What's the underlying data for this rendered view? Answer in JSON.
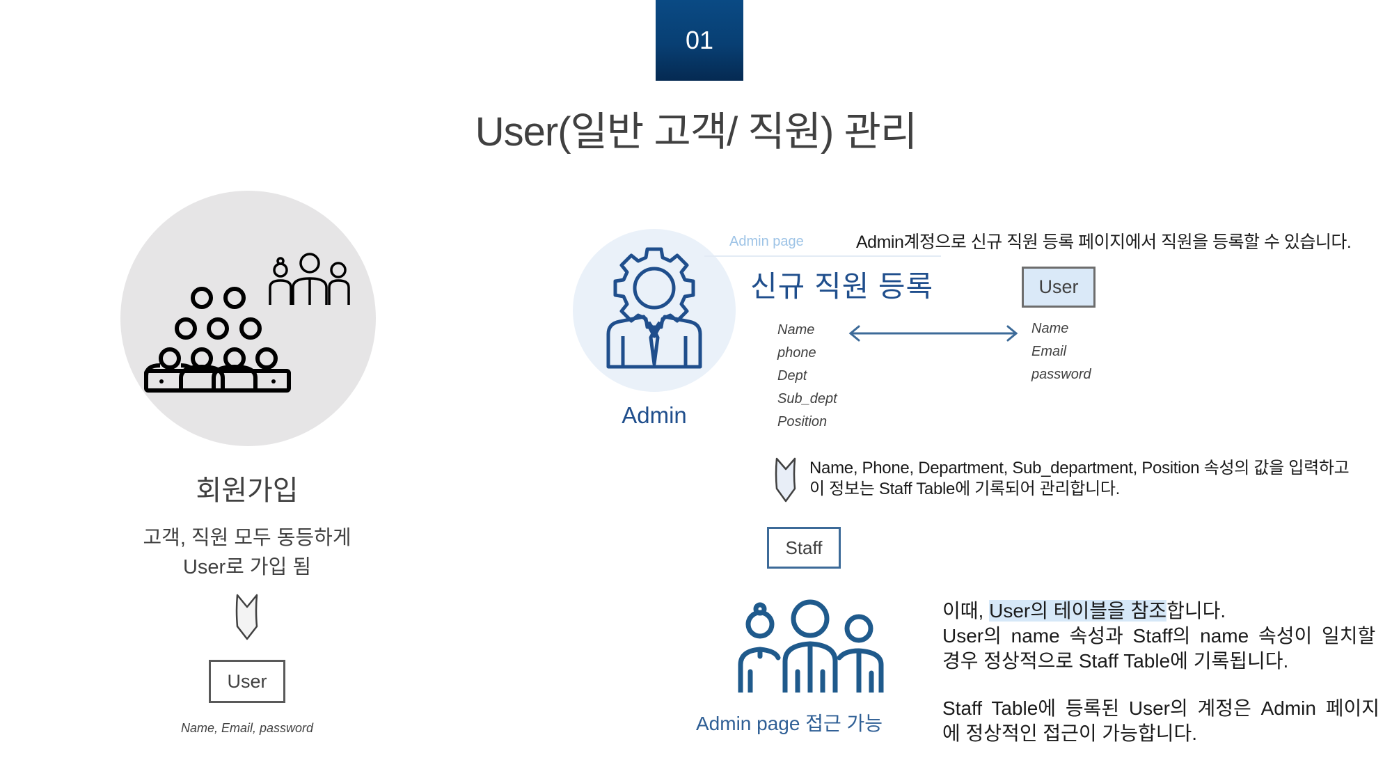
{
  "slide": {
    "number": "01",
    "title": "User(일반 고객/ 직원) 관리",
    "colors": {
      "badge": "#083f73",
      "accent_blue": "#1f4e8c",
      "light_blue_fill": "#dae9f8",
      "gray_circle": "#e6e5e6",
      "blue_circle": "#eaf1f9"
    }
  },
  "signup": {
    "icon": "crowd-people-icon",
    "heading": "회원가입",
    "desc_line1": "고객, 직원 모두 동등하게",
    "desc_line2": "User로 가입 됨",
    "arrow_icon": "chevron-down-arrow-icon",
    "table_label": "User",
    "fields": "Name, Email, password"
  },
  "admin": {
    "icon": "admin-gear-person-icon",
    "label": "Admin",
    "page_label": "Admin page",
    "description": "Admin계정으로 신규 직원 등록 페이지에서 직원을 등록할 수 있습니다.",
    "register_title": "신규 직원 등록",
    "staff_fields": [
      "Name",
      "phone",
      "Dept",
      "Sub_dept",
      "Position"
    ],
    "user_table_label": "User",
    "user_fields": [
      "Name",
      "Email",
      "password"
    ],
    "arrow_icon": "double-arrow-icon"
  },
  "staff": {
    "desc_line1": "Name, Phone, Department, Sub_department, Position 속성의 값을 입력하고",
    "desc_line2": "이 정보는 Staff Table에 기록되어 관리합니다.",
    "table_label": "Staff",
    "icon": "staff-group-icon",
    "access_label": "Admin page 접근 가능"
  },
  "reference": {
    "line1_prefix": "이때, ",
    "line1_highlight": "User의 테이블을 참조",
    "line1_suffix": "합니다.",
    "line2": "User의 name 속성과 Staff의 name 속성이 일치할",
    "line3": "경우 정상적으로 Staff Table에 기록됩니다.",
    "line4": "Staff Table에 등록된 User의 계정은 Admin 페이지",
    "line5": "에 정상적인 접근이 가능합니다."
  }
}
